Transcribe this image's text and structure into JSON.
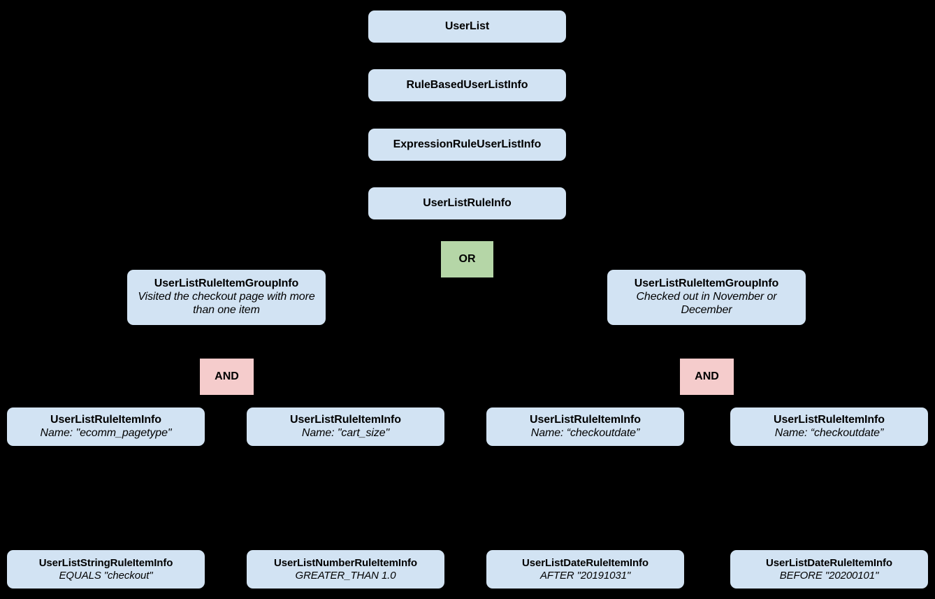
{
  "diagram": {
    "background_color": "#000000",
    "class_node_color": "#d2e3f3",
    "or_node_color": "#b5d6a7",
    "and_node_color": "#f5cccc",
    "text_color": "#000000",
    "nodes": {
      "user_list": {
        "title": "UserList"
      },
      "rule_based_user_list_info": {
        "title": "RuleBasedUserListInfo"
      },
      "expression_rule_user_list_info": {
        "title": "ExpressionRuleUserListInfo"
      },
      "user_list_rule_info": {
        "title": "UserListRuleInfo"
      },
      "or_operator": {
        "label": "OR"
      },
      "group_left": {
        "title": "UserListRuleItemGroupInfo",
        "subtitle": "Visited the checkout page with more than one item"
      },
      "group_right": {
        "title": "UserListRuleItemGroupInfo",
        "subtitle": "Checked out in November or December"
      },
      "and_left": {
        "label": "AND"
      },
      "and_right": {
        "label": "AND"
      },
      "item_1": {
        "title": "UserListRuleItemInfo",
        "subtitle": "Name: \"ecomm_pagetype\""
      },
      "item_2": {
        "title": "UserListRuleItemInfo",
        "subtitle": "Name: \"cart_size\""
      },
      "item_3": {
        "title": "UserListRuleItemInfo",
        "subtitle": "Name: “checkoutdate”"
      },
      "item_4": {
        "title": "UserListRuleItemInfo",
        "subtitle": "Name: “checkoutdate”"
      },
      "leaf_1": {
        "title": "UserListStringRuleItemInfo",
        "subtitle": "EQUALS \"checkout\""
      },
      "leaf_2": {
        "title": "UserListNumberRuleItemInfo",
        "subtitle": "GREATER_THAN 1.0"
      },
      "leaf_3": {
        "title": "UserListDateRuleItemInfo",
        "subtitle": "AFTER \"20191031\""
      },
      "leaf_4": {
        "title": "UserListDateRuleItemInfo",
        "subtitle": "BEFORE \"20200101\""
      }
    }
  }
}
